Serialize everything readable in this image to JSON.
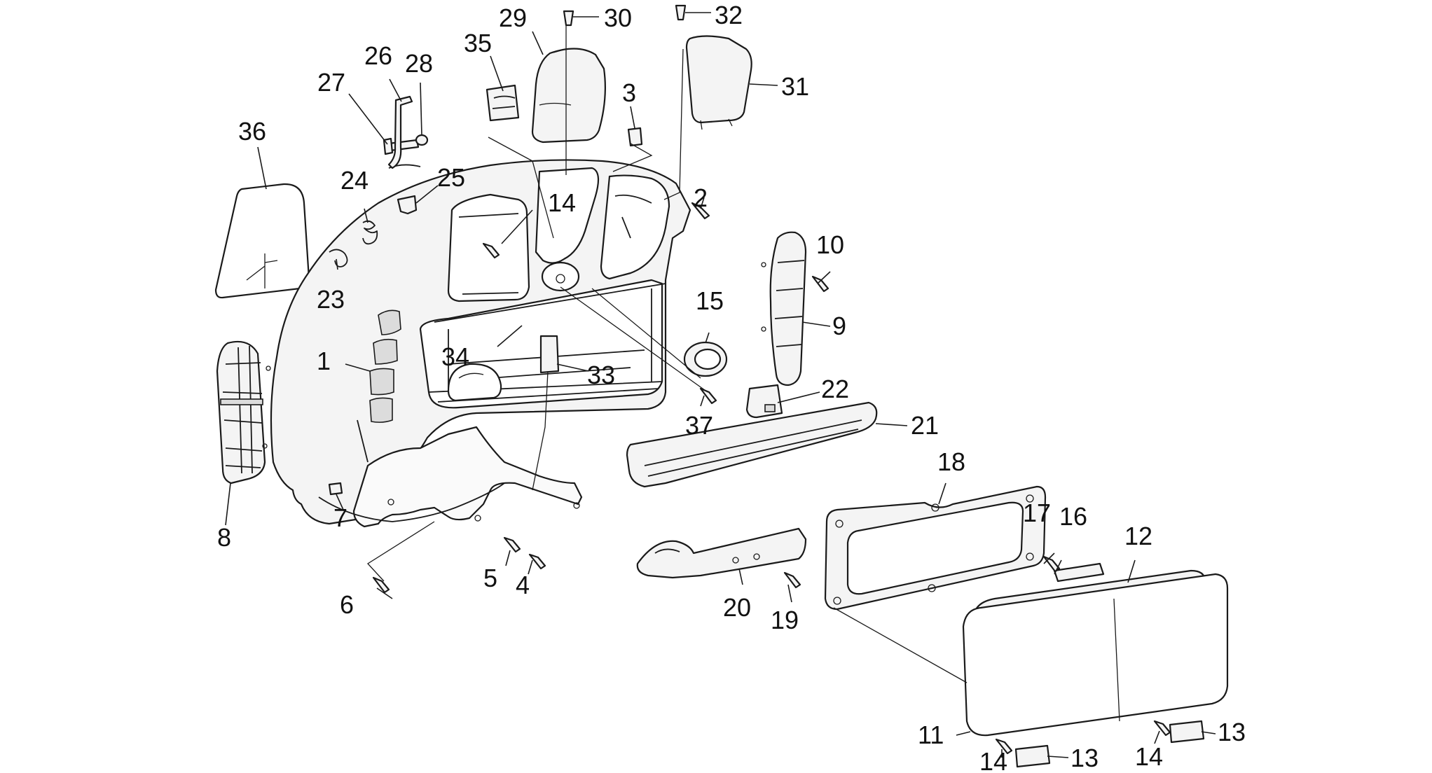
{
  "diagram": {
    "callouts": [
      {
        "id": "c1",
        "label": "1"
      },
      {
        "id": "c2",
        "label": "2"
      },
      {
        "id": "c3",
        "label": "3"
      },
      {
        "id": "c4",
        "label": "4"
      },
      {
        "id": "c5",
        "label": "5"
      },
      {
        "id": "c6",
        "label": "6"
      },
      {
        "id": "c7",
        "label": "7"
      },
      {
        "id": "c8",
        "label": "8"
      },
      {
        "id": "c9",
        "label": "9"
      },
      {
        "id": "c10",
        "label": "10"
      },
      {
        "id": "c11",
        "label": "11"
      },
      {
        "id": "c12",
        "label": "12"
      },
      {
        "id": "c13a",
        "label": "13"
      },
      {
        "id": "c13b",
        "label": "13"
      },
      {
        "id": "c14a",
        "label": "14"
      },
      {
        "id": "c14b",
        "label": "14"
      },
      {
        "id": "c14c",
        "label": "14"
      },
      {
        "id": "c15",
        "label": "15"
      },
      {
        "id": "c16",
        "label": "16"
      },
      {
        "id": "c17",
        "label": "17"
      },
      {
        "id": "c18",
        "label": "18"
      },
      {
        "id": "c19",
        "label": "19"
      },
      {
        "id": "c20",
        "label": "20"
      },
      {
        "id": "c21",
        "label": "21"
      },
      {
        "id": "c22",
        "label": "22"
      },
      {
        "id": "c23",
        "label": "23"
      },
      {
        "id": "c24",
        "label": "24"
      },
      {
        "id": "c25",
        "label": "25"
      },
      {
        "id": "c26",
        "label": "26"
      },
      {
        "id": "c27",
        "label": "27"
      },
      {
        "id": "c28",
        "label": "28"
      },
      {
        "id": "c29",
        "label": "29"
      },
      {
        "id": "c30",
        "label": "30"
      },
      {
        "id": "c31",
        "label": "31"
      },
      {
        "id": "c32",
        "label": "32"
      },
      {
        "id": "c33",
        "label": "33"
      },
      {
        "id": "c34",
        "label": "34"
      },
      {
        "id": "c35",
        "label": "35"
      },
      {
        "id": "c36",
        "label": "36"
      },
      {
        "id": "c37",
        "label": "37"
      }
    ]
  }
}
